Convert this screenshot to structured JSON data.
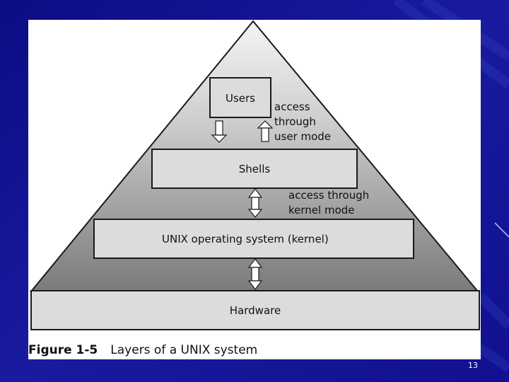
{
  "slide": {
    "number": "13",
    "background_color": "#14148f"
  },
  "diagram": {
    "layers": {
      "users": "Users",
      "shells": "Shells",
      "kernel": "UNIX operating system (kernel)",
      "hardware": "Hardware"
    },
    "annotations": {
      "user_mode": "access\nthrough\nuser mode",
      "kernel_mode": "access through\nkernel mode"
    },
    "caption": {
      "figure_number": "Figure 1-5",
      "title": "Layers of a UNIX system"
    },
    "colors": {
      "box_fill": "#dcdcdc",
      "pyramid_top": "#ffffff",
      "pyramid_bottom": "#808080",
      "outline": "#1a1a1a"
    }
  }
}
